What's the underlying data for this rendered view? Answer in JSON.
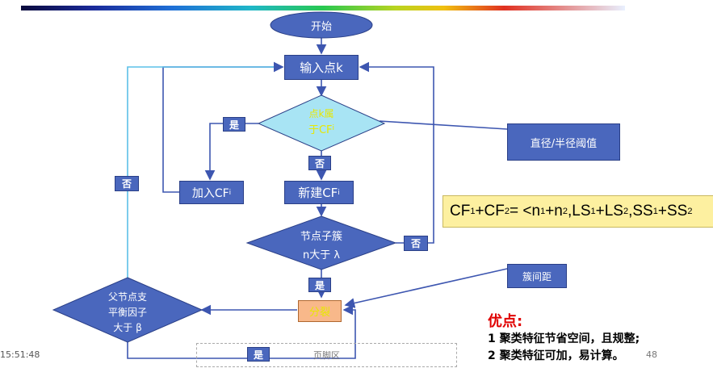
{
  "nodes": {
    "start": "开始",
    "input": "输入点k",
    "decision1_line1": "点k属",
    "decision1_line2": "于CF",
    "decision1_sub": "i",
    "add": "加入CF",
    "add_sub": "i",
    "new": "新建CF",
    "new_sub": "i",
    "decision2_line1": "节点子簇",
    "decision2_line2": "n大于 λ",
    "split": "分裂",
    "decision3_line1": "父节点支",
    "decision3_line2": "平衡因子",
    "decision3_line3": "大于 β"
  },
  "labels": {
    "yes_add": "是",
    "no_new": "否",
    "no_loop_left": "否",
    "no_decision2": "否",
    "yes_split": "是",
    "yes_bottom": "是"
  },
  "callouts": {
    "threshold": "直径/半径阈值",
    "cluster_distance": "簇间距"
  },
  "formula": {
    "cf1": "CF",
    "plus1": "+CF",
    "eq": "= <n",
    "plus_n": "+n",
    "ls": ",LS",
    "plus_ls": "+LS",
    "ss": ",SS",
    "plus_ss": "+SS",
    "s1": "1",
    "s2": "2"
  },
  "advantages": {
    "title": "优点:",
    "line1": "1 聚类特征节省空间，且规整;",
    "line2": "2 聚类特征可加，易计算。"
  },
  "footer": {
    "time": "15:51:48",
    "area_label": "页脚区",
    "page": "48"
  },
  "colors": {
    "node_fill": "#4a67bd",
    "decision1_fill": "#a8e4f4",
    "split_fill": "#f8b88a",
    "formula_bg": "#fdf0a0",
    "advantage_title": "#e00000",
    "arrow": "#3d56b0"
  }
}
